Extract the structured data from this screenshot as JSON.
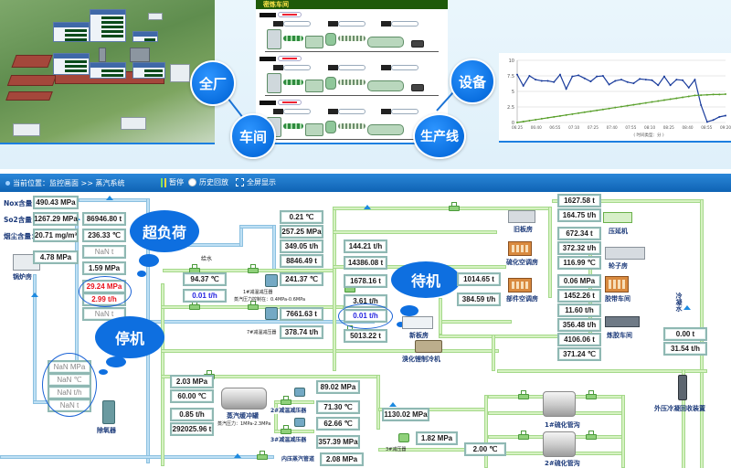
{
  "showcase": {
    "bubbles": {
      "plant": "全厂",
      "workshop": "车间",
      "line": "生产线",
      "equipment": "设备"
    },
    "workshop_panel": {
      "title": "密炼车间"
    },
    "chart": {
      "xlabel": "( 时间类型：分 )"
    }
  },
  "chart_data": {
    "type": "line",
    "title": "",
    "xlabel": "( 时间类型：分 )",
    "ylabel": "",
    "ylim": [
      0,
      10
    ],
    "yticks": [
      "0",
      "2.5",
      "5",
      "7.5",
      "10"
    ],
    "categories": [
      "06:25",
      "06:40",
      "06:55",
      "07:10",
      "07:25",
      "07:40",
      "07:55",
      "08:10",
      "08:25",
      "08:40",
      "08:55",
      "09:20"
    ],
    "grid": true,
    "series": [
      {
        "name": "blue",
        "color": "#1a3c9c",
        "values": [
          7.7,
          5.9,
          7.5,
          6.9,
          6.7,
          6.7,
          6.5,
          7.7,
          5.4,
          7.4,
          7.6,
          7.1,
          6.6,
          7.4,
          7.5,
          6.1,
          6.7,
          6.9,
          6.5,
          6.3,
          7.0,
          6.9,
          6.8,
          6.0,
          7.4,
          6.0,
          6.9,
          6.8,
          5.6,
          6.9,
          2.8,
          0.1,
          0.4,
          0.9,
          1.1
        ]
      },
      {
        "name": "green",
        "color": "#5aa02c",
        "values": [
          0.0,
          0.15,
          0.3,
          0.45,
          0.6,
          0.75,
          0.9,
          1.05,
          1.2,
          1.35,
          1.5,
          1.65,
          1.8,
          1.95,
          2.1,
          2.25,
          2.4,
          2.55,
          2.7,
          2.85,
          3.0,
          3.15,
          3.3,
          3.45,
          3.6,
          3.75,
          3.9,
          4.05,
          4.2,
          4.35,
          4.4,
          4.45,
          4.5,
          4.5,
          4.55
        ]
      }
    ]
  },
  "toolbar": {
    "breadcrumb": "当前位置：监控画面 >> 蒸汽系统",
    "pause": "暂停",
    "history": "历史回放",
    "fullscreen": "全屏显示",
    "colors": {
      "bar": "#1a74c8"
    }
  },
  "emissions": {
    "nox_label": "Nox含量：",
    "nox_value": "490.43 MPa",
    "so2_label": "So2含量：",
    "so2_value": "1267.29 MPa",
    "dust_label": "烟尘含量：",
    "dust_value": "20.71 mg/m³"
  },
  "boiler": {
    "label": "锅炉房",
    "pressure": "4.78 MPa",
    "stack": [
      "86946.80 t",
      "236.33 ℃",
      "NaN t",
      "1.59 MPa"
    ],
    "alarm": [
      "29.24 MPa",
      "2.99 t/h"
    ],
    "alarm_extra": "NaN t"
  },
  "deaerator": {
    "label": "除氧器",
    "values": [
      "NaN MPa",
      "NaN ℃",
      "NaN t/h",
      "NaN t"
    ]
  },
  "status_bubbles": {
    "overload": "超负荷",
    "stopped": "停机",
    "standby": "待机"
  },
  "water_label": "给水",
  "reducer1": {
    "label": "1#减温减压器",
    "note": "蒸汽压力控制在：0.4MPa-0.6MPa",
    "left": [
      "94.37 ℃",
      "0.01 t/h"
    ],
    "right": [
      "0.21 ℃",
      "257.25 MPa",
      "349.05 t/h",
      "8846.49 t",
      "241.37 ℃"
    ]
  },
  "reducer7": {
    "label": "7#减温减压器",
    "values": [
      "7661.63 t",
      "378.74 t/h"
    ]
  },
  "center": {
    "values": [
      "144.21 t/h",
      "14386.08 t",
      "1678.16 t",
      "3.61 t/h",
      "0.01 t/h",
      "5013.22 t"
    ],
    "old_board": "旧板房",
    "new_board": "新板房",
    "chiller": "溴化锂制冷机"
  },
  "mid": {
    "values": [
      "1014.65 t",
      "384.59 t/h"
    ],
    "ac1": "硫化空调房",
    "ac2": "部件空调房"
  },
  "right_col": {
    "values": [
      "1627.58 t",
      "164.75 t/h",
      "672.34 t",
      "372.32 t/h",
      "116.99 ℃",
      "0.06 MPa",
      "1452.26 t",
      "11.60 t/h",
      "356.48 t/h",
      "4106.06 t",
      "371.24 ℃"
    ],
    "press": "压延机",
    "tire": "轮子房",
    "belt": "胶带车间",
    "refining": "炼胶车间"
  },
  "cooling": {
    "label": "冷凝水",
    "values": [
      "0.00 t",
      "31.54 t/h"
    ],
    "recovery": "外压冷凝回收装置"
  },
  "buffer": {
    "left": [
      "2.03 MPa",
      "60.00 ℃",
      "0.85 t/h",
      "292025.96 t"
    ],
    "label": "蒸汽缓冲罐",
    "note": "蒸汽压力：1MPa-2.3MPa"
  },
  "reducer2": {
    "label": "2#减温减压器",
    "values": [
      "89.02 MPa",
      "71.30 ℃",
      "62.66 ℃",
      "357.39 MPa"
    ]
  },
  "reducer3": {
    "label": "3#减温减压器",
    "label2": "3#减压器",
    "values": [
      "2.08 MPa"
    ],
    "note": "内压蒸汽管道"
  },
  "lower": {
    "pressure_main": "1130.02 MPa",
    "reducer_label": "3#减压器",
    "pressure2": "1.82 MPa",
    "temp": "2.00 ℃",
    "vulc1": "1#硫化管沟",
    "vulc2": "2#硫化管沟"
  }
}
